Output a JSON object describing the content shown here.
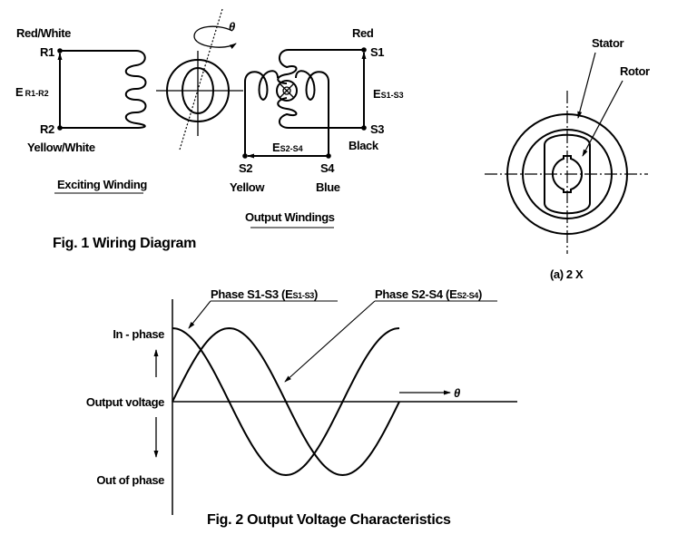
{
  "fig1": {
    "caption": "Fig. 1 Wiring Diagram",
    "exciting": {
      "title": "Exciting Winding",
      "r1_color": "Red/White",
      "r1": "R1",
      "r2": "R2",
      "r2_color": "Yellow/White",
      "voltage_main": "E",
      "voltage_sub": "R1-R2"
    },
    "rotor": {
      "angle_symbol": "θ"
    },
    "output": {
      "title": "Output Windings",
      "s1_color": "Red",
      "s1": "S1",
      "s3": "S3",
      "s3_color": "Black",
      "s2": "S2",
      "s2_color": "Yellow",
      "s4": "S4",
      "s4_color": "Blue",
      "v13_main": "E",
      "v13_sub": "S1-S3",
      "v24_main": "E",
      "v24_sub": "S2-S4"
    }
  },
  "cross_section": {
    "stator_label": "Stator",
    "rotor_label": "Rotor",
    "caption": "(a) 2 X"
  },
  "chart_data": {
    "type": "line",
    "title": "Fig. 2 Output Voltage Characteristics",
    "xlabel": "θ",
    "ylabel": "Output voltage",
    "y_top_label": "In - phase",
    "y_bottom_label": "Out of phase",
    "x_range_periods": [
      0,
      1
    ],
    "ylim": [
      -1,
      1
    ],
    "series": [
      {
        "name": "Phase S1-S3",
        "sub": "ES1-S3",
        "label_main": "Phase S1-S3 (E",
        "label_sub": "S1-S3",
        "label_end": ")",
        "function": "cos",
        "amplitude": 1
      },
      {
        "name": "Phase S2-S4",
        "sub": "ES2-S4",
        "label_main": "Phase S2-S4 (E",
        "label_sub": "S2-S4",
        "label_end": ")",
        "function": "sin",
        "amplitude": 1
      }
    ],
    "grid": false
  }
}
